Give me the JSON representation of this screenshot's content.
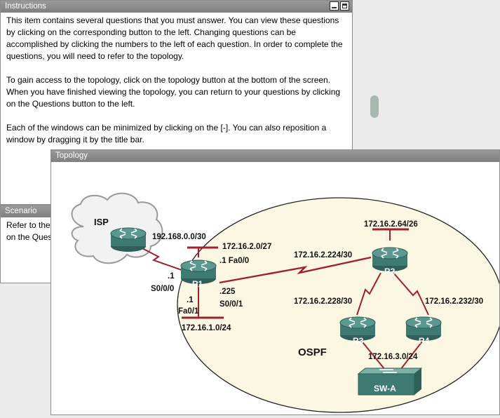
{
  "instructions": {
    "title": "Instructions",
    "paragraphs": [
      "This item contains several questions that you must answer. You can view these questions by clicking on the corresponding button to the left. Changing questions can be accomplished by clicking the numbers to the left of each question. In order to complete the questions, you will need to refer to the topology.",
      "To gain access to the topology, click on the topology button at the bottom of the screen. When you have finished viewing the topology, you can return to your questions by clicking on the Questions button to the left.",
      "Each of the windows can be minimized by clicking on the [-]. You can also reposition a window by dragging it by the title bar."
    ]
  },
  "scenario": {
    "title": "Scenario",
    "lines": [
      "Refer to the",
      "on the Ques"
    ]
  },
  "topology": {
    "title": "Topology",
    "area_label": "OSPF",
    "cloud_label": "ISP",
    "devices": {
      "r1": "R1",
      "r2": "R2",
      "r3": "R3",
      "r4": "R4",
      "switch": "SW-A"
    },
    "labels": {
      "isp_net": "192.168.0.0/30",
      "r1_isp_ip": ".1",
      "r1_s000": "S0/0/0",
      "r1_fa00_net": "172.16.2.0/27",
      "r1_fa00": ".1  Fa0/0",
      "r1_s001_ip": ".225",
      "r1_s001": "S0/0/1",
      "r1_fa01_ip": ".1",
      "r1_fa01": "Fa0/1",
      "r1_lan": "172.16.1.0/24",
      "r1_r2_net": "172.16.2.224/30",
      "r2_lan": "172.16.2.64/26",
      "r2_r3_net": "172.16.2.228/30",
      "r2_r4_net": "172.16.2.232/30",
      "r3_r4_lan": "172.16.3.0/24"
    }
  },
  "colors": {
    "titlebar": "#8c8c8c",
    "link": "#a0202c",
    "ellipse_fill": "#fbf7e3",
    "router": "#3f7a72"
  }
}
